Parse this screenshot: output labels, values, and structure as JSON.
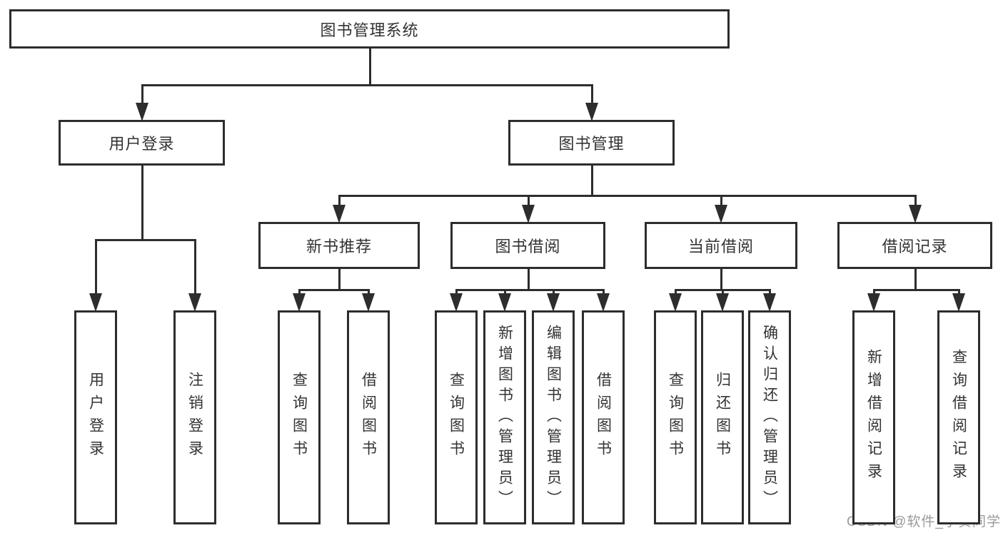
{
  "diagram": {
    "title": "图书管理系统",
    "nodes": [
      {
        "id": "root",
        "label": "图书管理系统",
        "children": [
          "user-login",
          "book-mgmt"
        ]
      },
      {
        "id": "user-login",
        "label": "用户登录",
        "children": [
          "login",
          "logout"
        ]
      },
      {
        "id": "book-mgmt",
        "label": "图书管理",
        "children": [
          "new-book-rec",
          "book-borrow",
          "current-borrow",
          "borrow-records"
        ]
      },
      {
        "id": "new-book-rec",
        "label": "新书推荐",
        "children": [
          "nbr-query",
          "nbr-borrow"
        ]
      },
      {
        "id": "book-borrow",
        "label": "图书借阅",
        "children": [
          "bb-query",
          "bb-add",
          "bb-edit",
          "bb-borrow"
        ]
      },
      {
        "id": "current-borrow",
        "label": "当前借阅",
        "children": [
          "cb-query",
          "cb-return",
          "cb-confirm"
        ]
      },
      {
        "id": "borrow-records",
        "label": "借阅记录",
        "children": [
          "br-add",
          "br-query"
        ]
      },
      {
        "id": "login",
        "label": "用户登录"
      },
      {
        "id": "logout",
        "label": "注销登录"
      },
      {
        "id": "nbr-query",
        "label": "查询图书"
      },
      {
        "id": "nbr-borrow",
        "label": "借阅图书"
      },
      {
        "id": "bb-query",
        "label": "查询图书"
      },
      {
        "id": "bb-add",
        "label": "新增图书（管理员）"
      },
      {
        "id": "bb-edit",
        "label": "编辑图书（管理员）"
      },
      {
        "id": "bb-borrow",
        "label": "借阅图书"
      },
      {
        "id": "cb-query",
        "label": "查询图书"
      },
      {
        "id": "cb-return",
        "label": "归还图书"
      },
      {
        "id": "cb-confirm",
        "label": "确认归还（管理员）"
      },
      {
        "id": "br-add",
        "label": "新增借阅记录"
      },
      {
        "id": "br-query",
        "label": "查询借阅记录"
      }
    ]
  },
  "watermark": {
    "text": "CSDN @软件_小贺同学"
  },
  "colors": {
    "line": "#2d2d2d",
    "box_border": "#2d2d2d",
    "text": "#333333",
    "watermark": "#9a9a9a",
    "background": "#ffffff"
  }
}
